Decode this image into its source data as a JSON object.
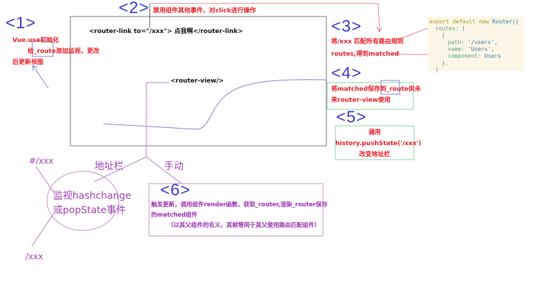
{
  "steps": {
    "s1": "<1>",
    "s2": "<2>",
    "s3": "<3>",
    "s4": "<4>",
    "s5": "<5>",
    "s6": "<6>"
  },
  "step1": {
    "line1": "Vue.use初始化",
    "line2_pre": "给",
    "line2_hl": "_route",
    "line2_post": "添加监视，更改",
    "line3": "后更新视图"
  },
  "step2": {
    "note": "禁用组件其他事件，对click进行操作"
  },
  "component_box": {
    "router_link": "<router-link to=\"/xxx\"> 点我啊</router-link>",
    "router_view": "<router-view/>"
  },
  "step3": {
    "line1": "将/xxx 匹配所有路由规则",
    "line2": "routes,得到matched"
  },
  "code": {
    "l1a": "export default new ",
    "l1b": "Router({",
    "l2": "routes: [",
    "l3": "{",
    "l4a": "path: ",
    "l4b": "'/users',",
    "l5a": "name: ",
    "l5b": "'Users',",
    "l6a": "component: ",
    "l6b": "Users",
    "l7": "},",
    "l8": "]"
  },
  "step4": {
    "line1_pre": "将matched保存到",
    "line1_hl": "_route",
    "line1_post": "供未",
    "line2": "来router-view使用"
  },
  "step5": {
    "line1": "调用",
    "line2": "history.pushState('/xxx')",
    "line3": "改变地址栏"
  },
  "branches": {
    "address_bar": "地址栏",
    "manual": "手动",
    "hash": "#/xxx",
    "path": "/xxx"
  },
  "ellipse": {
    "line1": "监视hashchange",
    "line2": "或popState事件"
  },
  "step6": {
    "line1": "触发更新，调用组件render函数，获取_router,渲染_router保存",
    "line2": "的matched组件",
    "line3": "（以其父组件的名义，其就等同于其父使用路由匹配组件）"
  },
  "colors": {
    "step": "#3a3ac4",
    "note": "#e8202a",
    "purple": "#a040b0",
    "green": "#8fd0a8",
    "blue_line": "#7070c8"
  }
}
